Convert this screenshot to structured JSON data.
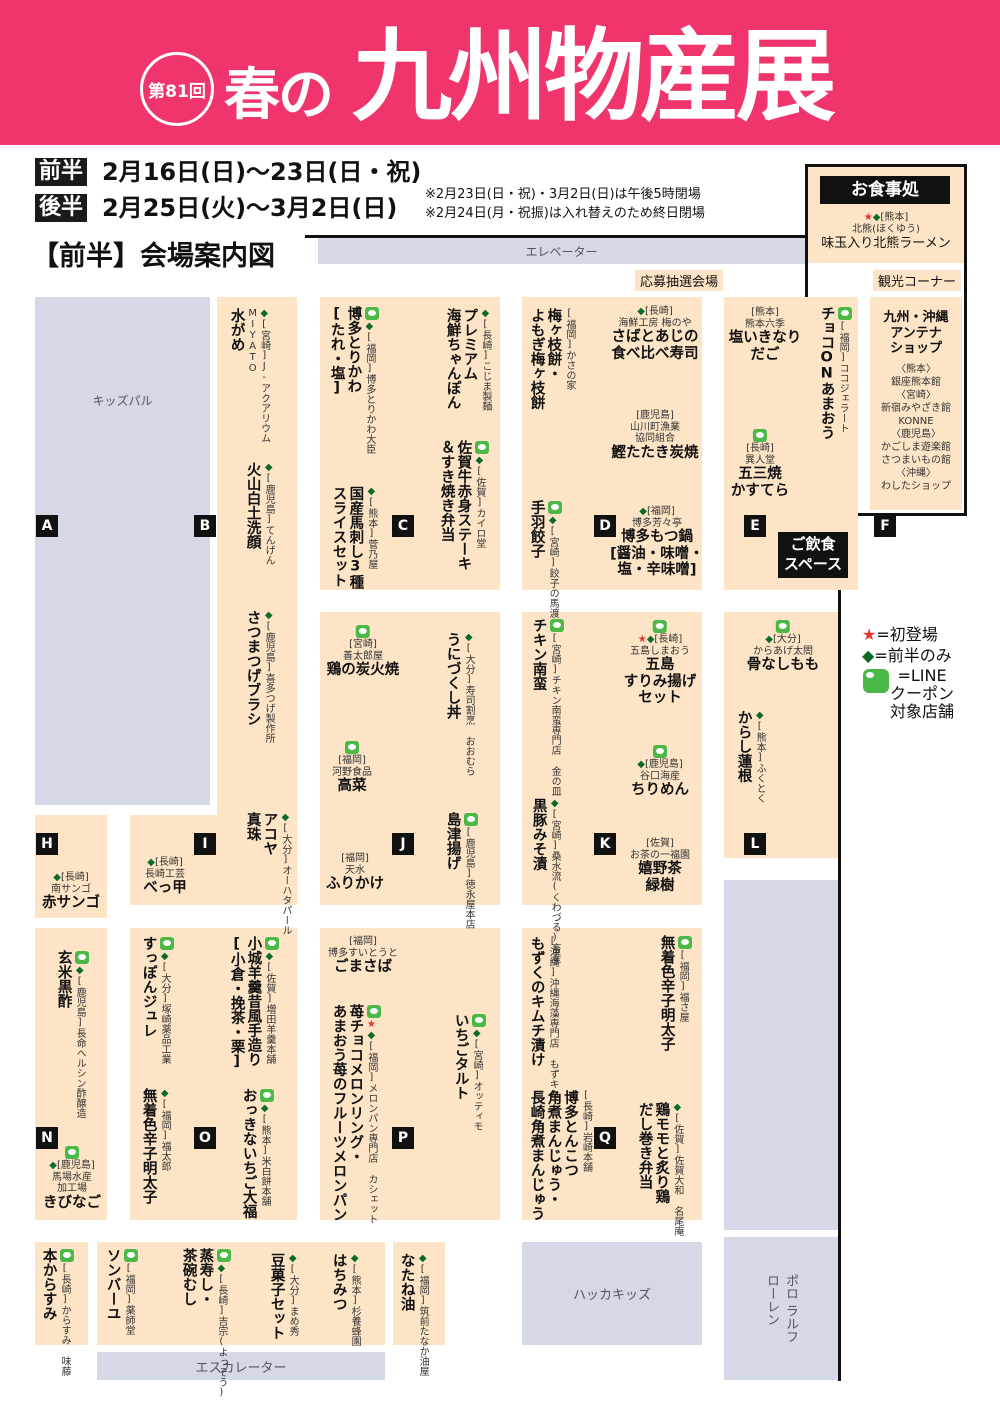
{
  "header": {
    "edition": "第81回",
    "title_prefix": "春の",
    "title_main": "九州物産展"
  },
  "schedule": {
    "first_label": "前半",
    "first_dates": "2月16日(日)～23日(日・祝)",
    "second_label": "後半",
    "second_dates": "2月25日(火)～3月2日(日)",
    "notes": [
      "※2月23日(日・祝)・3月2日(日)は午後5時閉場",
      "※2月24日(月・祝振)は入れ替えのため終日閉場"
    ]
  },
  "map_title": "【前半】会場案内図",
  "areas": {
    "elevator": "エレベーター",
    "escalator": "エスカレーター",
    "lottery": "応募抽選会場",
    "tourism": "観光コーナー",
    "kids_pal": "キッズパル",
    "hakka_kids": "ハッカキッズ",
    "polo": "ポロ ラルフ\nローレン",
    "dining_space": "ご飲食\nスペース"
  },
  "zones": {
    "A": "A",
    "B": "B",
    "C": "C",
    "D": "D",
    "E": "E",
    "F": "F",
    "H": "H",
    "I": "I",
    "J": "J",
    "K": "K",
    "L": "L",
    "N": "N",
    "O": "O",
    "P": "P",
    "Q": "Q"
  },
  "food_court": {
    "title": "お食事処",
    "pref": "[熊本]",
    "shop": "北熊(ほくゆう)",
    "product": "味玉入り北熊ラーメン"
  },
  "antenna": {
    "title": "九州・沖縄\nアンテナ\nショップ",
    "entries": [
      "〈熊本〉",
      "銀座熊本館",
      "〈宮崎〉",
      "新宿みやざき館\nKONNE",
      "〈鹿児島〉",
      "かごしま遊楽館\nさつまいもの館",
      "〈沖縄〉",
      "わしたショップ"
    ]
  },
  "legend": {
    "star": "★",
    "star_label": "=初登場",
    "diamond": "◆",
    "diamond_label": "=前半のみ",
    "line_label": "=LINE\nクーポン\n対象店舗"
  },
  "shops": {
    "b1": {
      "pref": "[宮崎]",
      "shop": "J-アクアリウム\nMIYATO",
      "product": "水がめ",
      "d": true
    },
    "b2": {
      "pref": "[鹿児島]",
      "shop": "てんげん",
      "product": "火山白土洗顔",
      "d": true
    },
    "b3": {
      "pref": "[鹿児島]",
      "shop": "喜多つげ製作所",
      "product": "さつまつげブラシ",
      "d": true
    },
    "b4": {
      "pref": "[大分]",
      "shop": "オーハタパール",
      "product": "アコヤ\n真珠",
      "d": true
    },
    "i1": {
      "pref": "[長崎]",
      "shop": "長崎工芸",
      "product": "べっ甲",
      "d": true
    },
    "c1": {
      "pref": "[長崎]",
      "shop": "こじま製麺",
      "product": "プレミアム\n海鮮ちゃんぽん",
      "d": true
    },
    "c2": {
      "pref": "[福岡]",
      "shop": "博多とりかわ大臣",
      "product": "博多とりかわ\n[たれ・塩]",
      "d": true,
      "l": true
    },
    "c3": {
      "pref": "[佐賀]",
      "shop": "カイロ堂",
      "product": "佐賀牛赤身ステーキ\n＆すき焼き弁当",
      "d": true,
      "l": true
    },
    "c4": {
      "pref": "[熊本]",
      "shop": "菅乃屋",
      "product": "国産馬刺し3種\nスライスセット",
      "d": true
    },
    "d1": {
      "pref": "[福岡]",
      "shop": "かさの家",
      "product": "梅ヶ枝餅・\nよもぎ梅ヶ枝餅"
    },
    "d2": {
      "pref": "[長崎]",
      "shop": "海鮮工房 梅のや",
      "product": "さばとあじの\n食べ比べ寿司",
      "d": true
    },
    "d3": {
      "pref": "[鹿児島]",
      "shop": "山川町漁業\n協同組合",
      "product": "鰹たたき炭焼"
    },
    "d4": {
      "pref": "[宮崎]",
      "shop": "餃子の馬渡",
      "product": "手羽餃子",
      "d": true,
      "l": true
    },
    "d5": {
      "pref": "[福岡]",
      "shop": "博多芳々亭",
      "product": "博多もつ鍋\n[醤油・味噌・\n塩・辛味噌]",
      "d": true
    },
    "e1": {
      "pref": "[熊本]",
      "shop": "熊本六季",
      "product": "塩いきなり\nだご"
    },
    "e2": {
      "pref": "[福岡]",
      "shop": "ココジェラート",
      "product": "チョコONあまおう",
      "l": true
    },
    "e3": {
      "pref": "[長崎]",
      "shop": "異人堂",
      "product": "五三焼\nかすてら",
      "l": true
    },
    "j1": {
      "pref": "[宮崎]",
      "shop": "善太郎屋",
      "product": "鶏の炭火焼",
      "l": true
    },
    "j2": {
      "pref": "[大分]",
      "shop": "寿司割烹 おおむら",
      "product": "うにづくし丼",
      "d": true
    },
    "j3": {
      "pref": "[福岡]",
      "shop": "河野食品",
      "product": "高菜",
      "l": true
    },
    "j4": {
      "pref": "[福岡]",
      "shop": "天水",
      "product": "ふりかけ"
    },
    "j5": {
      "pref": "[鹿児島]",
      "shop": "徳永屋本店",
      "product": "島津揚げ",
      "l": true
    },
    "k1": {
      "pref": "[宮崎]",
      "shop": "チキン南蛮専門店 金の皿",
      "product": "チキン南蛮",
      "l": true
    },
    "k2": {
      "pref": "[長崎]",
      "shop": "五島しまおう",
      "product": "五島\nすりみ揚げ\nセット",
      "d": true,
      "s": true,
      "l": true
    },
    "k3": {
      "pref": "[鹿児島]",
      "shop": "谷口海産",
      "product": "ちりめん",
      "d": true,
      "l": true
    },
    "k4": {
      "pref": "[宮崎]",
      "shop": "桑水流(くわづる)畜産",
      "product": "黒豚みそ漬",
      "d": true
    },
    "k5": {
      "pref": "[佐賀]",
      "shop": "お茶の一福園",
      "product": "嬉野茶\n緑樹"
    },
    "l1": {
      "pref": "[大分]",
      "shop": "からあげ太閤",
      "product": "骨なしもも",
      "d": true,
      "l": true
    },
    "l2": {
      "pref": "[熊本]",
      "shop": "ふくとく",
      "product": "からし蓮根",
      "d": true
    },
    "h1": {
      "pref": "[長崎]",
      "shop": "南サンゴ",
      "product": "赤サンゴ",
      "d": true
    },
    "n1": {
      "pref": "[鹿児島]",
      "shop": "長命ヘルシン酢醸造",
      "product": "玄米黒酢",
      "d": true,
      "l": true
    },
    "n2": {
      "pref": "[鹿児島]",
      "shop": "馬場水産\n加工場",
      "product": "きびなご",
      "d": true,
      "l": true
    },
    "o1": {
      "pref": "[大分]",
      "shop": "塚崎薬品工業",
      "product": "すっぽんジュレ",
      "d": true,
      "l": true
    },
    "o2": {
      "pref": "[佐賀]",
      "shop": "増田羊羹本舗",
      "product": "小城羊羹昔風手造り\n[小倉・挽茶・栗]",
      "d": true,
      "l": true
    },
    "o3": {
      "pref": "[福岡]",
      "shop": "福太郎",
      "product": "無着色辛子明太子",
      "d": true
    },
    "o4": {
      "pref": "[熊本]",
      "shop": "米白餅本舗",
      "product": "おっきないちご大福",
      "d": true,
      "l": true
    },
    "p1": {
      "pref": "[福岡]",
      "shop": "博多すいとうと",
      "product": "ごまさば"
    },
    "p2": {
      "pref": "[福岡]",
      "shop": "メロンパン専門店 カシェット",
      "product": "苺チョコメロンリング・\nあまおう苺のフルーツメロンパン",
      "d": true,
      "s": true,
      "l": true
    },
    "p3": {
      "pref": "[宮崎]",
      "shop": "オッティモ",
      "product": "いちごタルト",
      "d": true,
      "l": true
    },
    "q1": {
      "pref": "[沖縄]",
      "shop": "沖縄海藻専門店 もずキム",
      "product": "もずくのキムチ漬け"
    },
    "q2": {
      "pref": "[福岡]",
      "shop": "福さ屋",
      "product": "無着色辛子明太子",
      "l": true
    },
    "q3": {
      "pref": "[長崎]",
      "shop": "岩崎本舗",
      "product": "博多とんこつ\n角煮まんじゅう・\n長崎角煮まんじゅう"
    },
    "q4": {
      "pref": "[佐賀]",
      "shop": "佐賀大和 名尾庵",
      "product": "鶏モモと炙り鶏\nだし巻き弁当",
      "d": true
    },
    "s1": {
      "pref": "[長崎]",
      "shop": "からすみ 味藤",
      "product": "本からすみ",
      "l": true
    },
    "s2": {
      "pref": "[福岡]",
      "shop": "薬師堂",
      "product": "ソンバーユ",
      "l": true
    },
    "s3": {
      "pref": "[長崎]",
      "shop": "吉宗(よっそう)",
      "product": "蒸寿し・\n茶碗むし",
      "d": true,
      "l": true
    },
    "s4": {
      "pref": "[大分]",
      "shop": "まめ秀",
      "product": "豆菓子セット",
      "d": true
    },
    "s5": {
      "pref": "[熊本]",
      "shop": "杉養蜂園",
      "product": "はちみつ",
      "d": true
    },
    "s6": {
      "pref": "[福岡]",
      "shop": "筑前たなか油屋",
      "product": "なたね油",
      "d": true
    }
  }
}
